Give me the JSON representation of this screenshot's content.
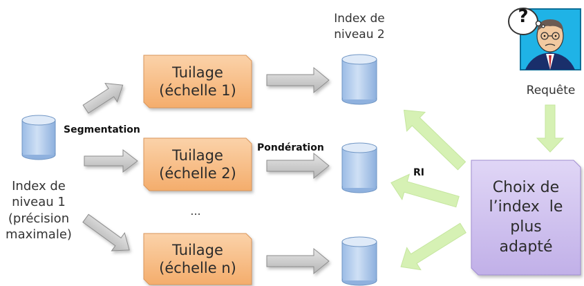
{
  "index_level1": {
    "lines": [
      "Index de",
      "niveau 1",
      "(précision",
      "maximale)"
    ]
  },
  "index_level2": {
    "lines": [
      "Index de",
      "niveau 2"
    ]
  },
  "edge_labels": {
    "segmentation": "Segmentation",
    "ponderation": "Pondération",
    "ri": "RI"
  },
  "tiles": [
    {
      "line1": "Tuilage",
      "line2": "(échelle 1)"
    },
    {
      "line1": "Tuilage",
      "line2": "(échelle 2)"
    },
    {
      "line1": "Tuilage",
      "line2": "(échelle n)"
    }
  ],
  "ellipsis": "...",
  "query": {
    "label": "Requête",
    "badge": "?",
    "icon": "confused-man-icon"
  },
  "choice": {
    "lines": [
      "Choix de",
      "l’index  le",
      "plus",
      "adapté"
    ]
  },
  "colors": {
    "tile_fill": "#f8c08c",
    "tile_stroke": "#d9955a",
    "cyl_top": "#d6e6f7",
    "cyl_body": "#a9c8ec",
    "cyl_stroke": "#6f95c4",
    "gray_arrow": "#c8c8c8",
    "gray_arrow_stroke": "#8c8c8c",
    "green_arrow": "#d4f0b0",
    "choice_fill": "#cfc2ee",
    "choice_stroke": "#a08dd0"
  }
}
